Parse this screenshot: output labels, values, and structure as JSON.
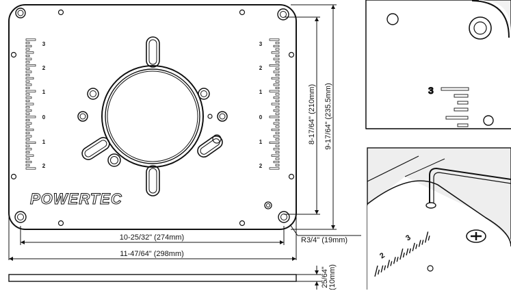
{
  "brand": {
    "name": "POWERTEC"
  },
  "scale": {
    "labels": [
      "3",
      "2",
      "1",
      "0",
      "1",
      "2"
    ]
  },
  "dimensions": {
    "inner_width": "10-25/32\" (274mm)",
    "outer_width": "11-47/64\" (298mm)",
    "inner_height": "8-17/64\" (210mm)",
    "outer_height": "9-17/64\" (235.5mm)",
    "corner_radius": "R3/4\" (19mm)",
    "thickness_in": "25/64\"",
    "thickness_mm": "(10mm)"
  },
  "detail_top": {
    "scale_label": "3"
  },
  "detail_bottom": {
    "scale_labels": [
      "2",
      "3"
    ]
  },
  "colors": {
    "line": "#1a1a1a",
    "plate_fill": "#ffffff",
    "detail_fill": "#f2f2f2"
  }
}
